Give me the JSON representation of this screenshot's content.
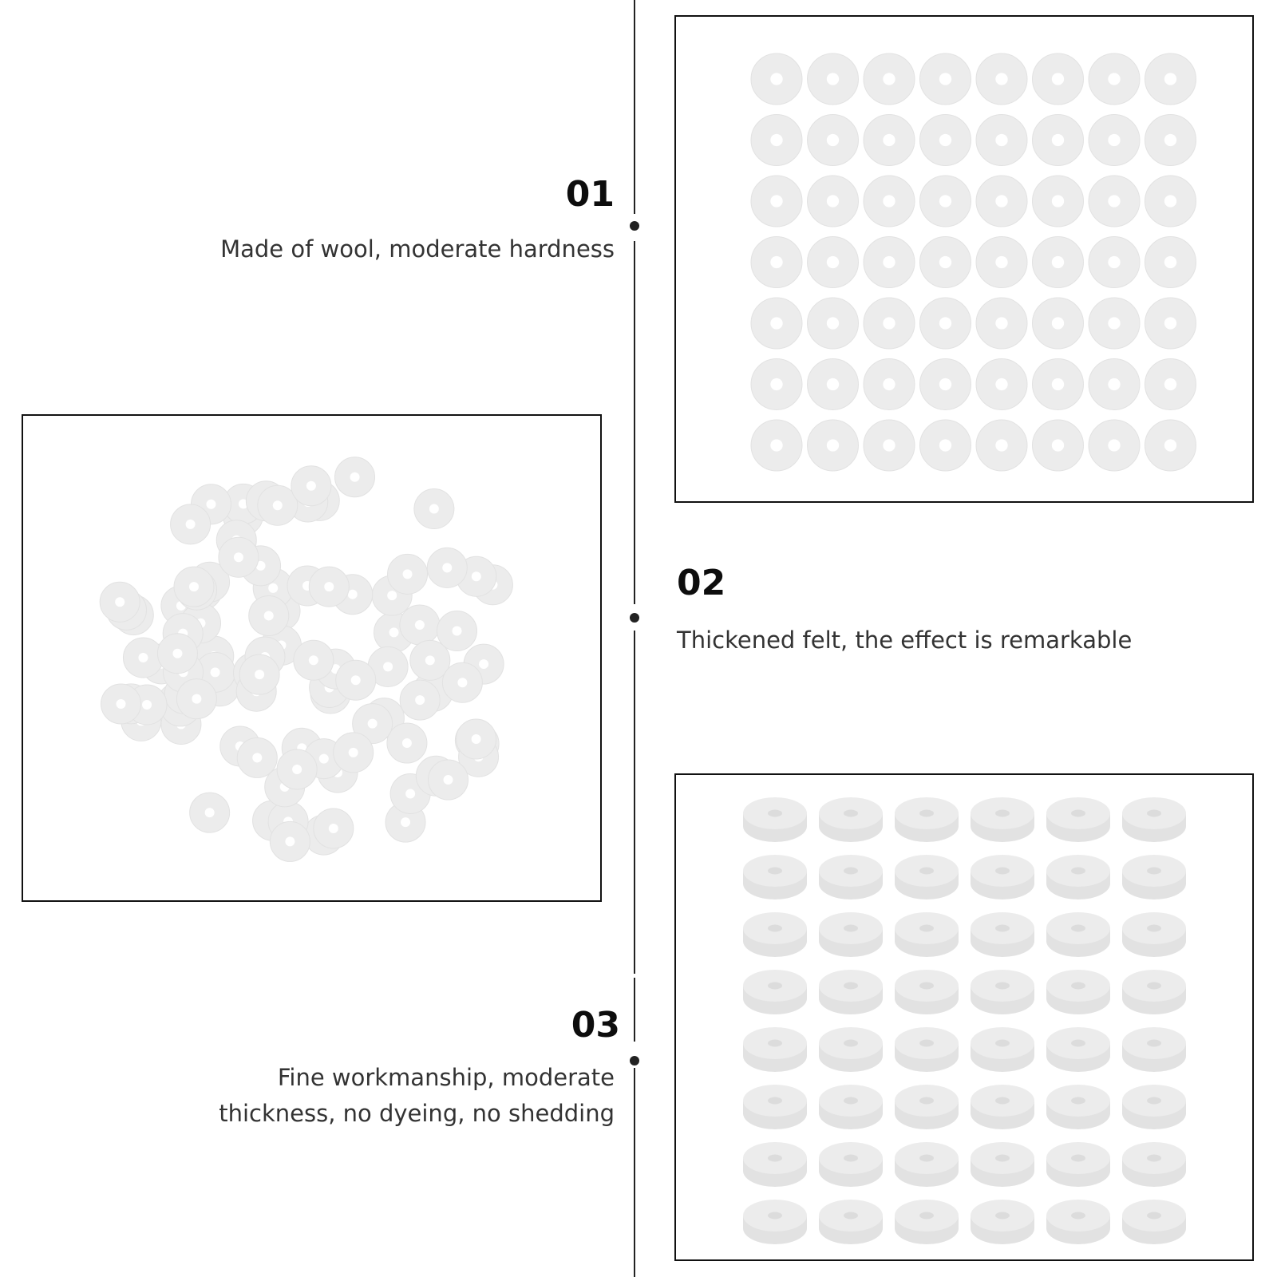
{
  "steps": [
    {
      "number": "01",
      "text": "Made of wool, moderate hardness"
    },
    {
      "number": "02",
      "text": "Thickened felt, the effect is remarkable"
    },
    {
      "number": "03",
      "text_line1": "Fine workmanship, moderate",
      "text_line2": "thickness, no dyeing, no shedding"
    }
  ],
  "colors": {
    "line": "#222222",
    "felt": "#ececec",
    "felt_shade": "#e2e2e2",
    "frame": "#111111"
  },
  "images": {
    "top_right": {
      "content": "felt washers arranged in grid, top view",
      "rows": 7,
      "cols": 8
    },
    "left": {
      "content": "felt washers scattered pile"
    },
    "bottom_right": {
      "content": "felt washers arranged in grid, angled view",
      "rows": 8,
      "cols": 6
    }
  }
}
